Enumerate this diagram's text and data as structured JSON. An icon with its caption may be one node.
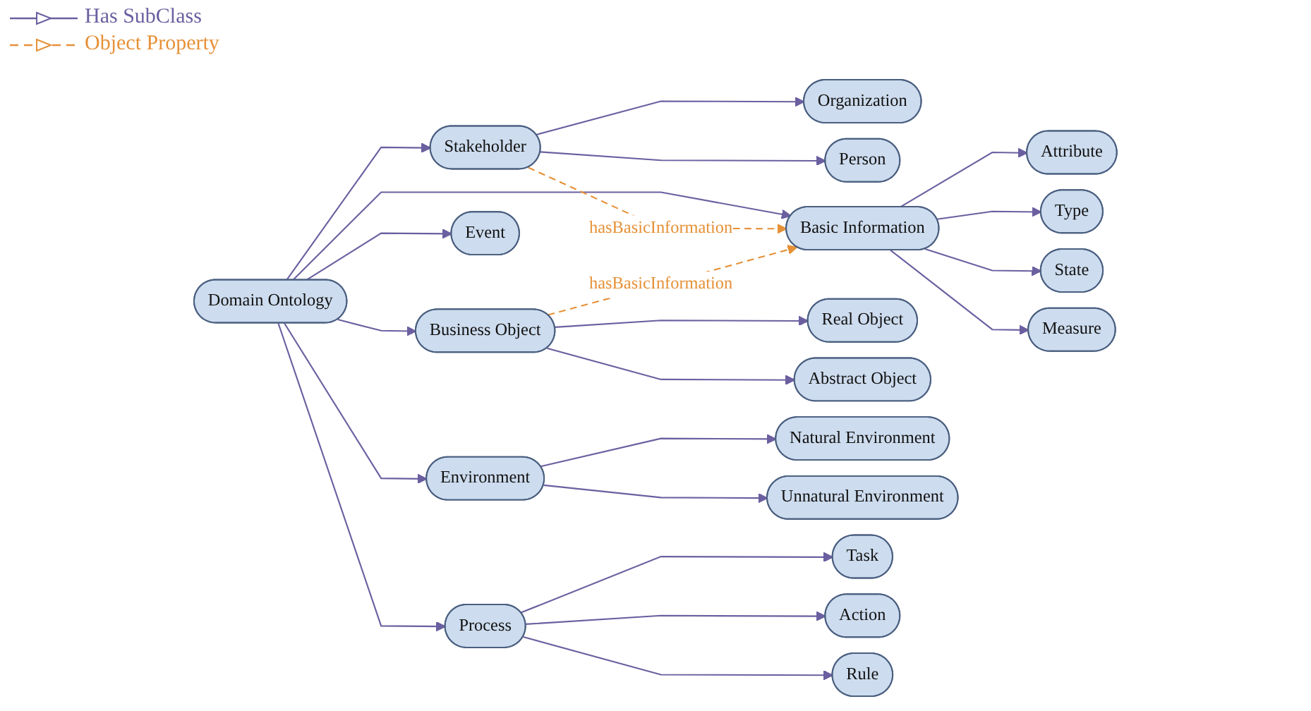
{
  "diagram": {
    "nodes": [
      {
        "text": [
          "Domain Ontology"
        ]
      },
      {
        "text": [
          "Stakeholder"
        ]
      },
      {
        "text": [
          "Organization"
        ]
      },
      {
        "text": [
          "Person"
        ]
      },
      {
        "text": [
          "Basic Information"
        ]
      },
      {
        "text": [
          "Attribute"
        ]
      },
      {
        "text": [
          "Type"
        ]
      },
      {
        "text": [
          "State"
        ]
      },
      {
        "text": [
          "Measure"
        ]
      },
      {
        "text": [
          "Business Object"
        ]
      },
      {
        "text": [
          "Real Object"
        ]
      },
      {
        "text": [
          "Abstract Object"
        ]
      },
      {
        "text": [
          "Event"
        ]
      },
      {
        "text": [
          "Environment"
        ]
      },
      {
        "text": [
          "Natural Environment"
        ]
      },
      {
        "text": [
          "Unnatural Environment"
        ]
      },
      {
        "text": [
          "Process"
        ]
      },
      {
        "text": [
          "Task"
        ]
      },
      {
        "text": [
          "Action"
        ]
      },
      {
        "text": [
          "Rule"
        ]
      }
    ],
    "edges": [
      {
        "from": 0,
        "to": 1,
        "arrow": "to"
      },
      {
        "from": 0,
        "to": 4,
        "arrow": "to"
      },
      {
        "from": 0,
        "to": 9,
        "arrow": "to"
      },
      {
        "from": 0,
        "to": 12,
        "arrow": "to"
      },
      {
        "from": 0,
        "to": 13,
        "arrow": "to"
      },
      {
        "from": 0,
        "to": 16,
        "arrow": "to"
      },
      {
        "from": 1,
        "to": 2,
        "arrow": "to"
      },
      {
        "from": 1,
        "to": 3,
        "arrow": "to"
      },
      {
        "from": 4,
        "to": 5,
        "arrow": "to"
      },
      {
        "from": 4,
        "to": 6,
        "arrow": "to"
      },
      {
        "from": 4,
        "to": 7,
        "arrow": "to"
      },
      {
        "from": 4,
        "to": 8,
        "arrow": "to"
      },
      {
        "from": 9,
        "to": 10,
        "arrow": "to"
      },
      {
        "from": 9,
        "to": 11,
        "arrow": "to"
      },
      {
        "from": 13,
        "to": 14,
        "arrow": "to"
      },
      {
        "from": 13,
        "to": 15,
        "arrow": "to"
      },
      {
        "from": 16,
        "to": 17,
        "arrow": "to"
      },
      {
        "from": 16,
        "to": 18,
        "arrow": "to"
      },
      {
        "from": 16,
        "to": 19,
        "arrow": "to"
      },
      {
        "from": 1,
        "to": 4,
        "arrow": "to",
        "label": "hasBasicInformation",
        "style": "dashed",
        "color": "#e69138"
      },
      {
        "from": 9,
        "to": 4,
        "arrow": "to",
        "label": "hasBasicInformation",
        "style": "dashed",
        "color": "#e69138"
      }
    ],
    "legend": [
      {
        "text": "Has SubClass"
      },
      {
        "text": "Object Property"
      }
    ]
  }
}
